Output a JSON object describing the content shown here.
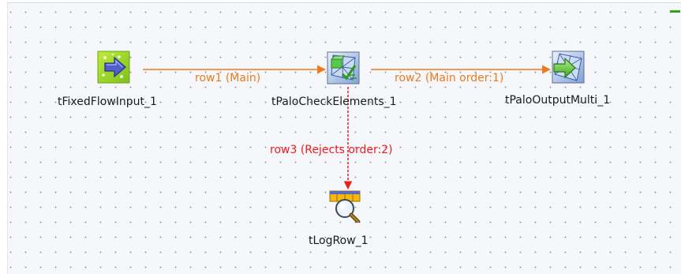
{
  "job_designer": {
    "components": [
      {
        "id": "fixed",
        "label": "tFixedFlowInput_1",
        "icon": "arrow-right-icon"
      },
      {
        "id": "check",
        "label": "tPaloCheckElements_1",
        "icon": "palo-check-elements-icon"
      },
      {
        "id": "output",
        "label": "tPaloOutputMulti_1",
        "icon": "palo-output-icon"
      },
      {
        "id": "log",
        "label": "tLogRow_1",
        "icon": "log-row-magnifier-icon"
      }
    ],
    "links": [
      {
        "id": "row1",
        "label": "row1 (Main)",
        "color": "#ec7a1f"
      },
      {
        "id": "row2",
        "label": "row2 (Main order:1)",
        "color": "#ec7a1f"
      },
      {
        "id": "row3",
        "label": "row3 (Rejects order:2)",
        "color": "#ee1c1c"
      }
    ],
    "colors": {
      "main_link": "#ec7a1f",
      "reject_link": "#ee1c1c",
      "canvas_bg": "#f6f7fa"
    }
  }
}
